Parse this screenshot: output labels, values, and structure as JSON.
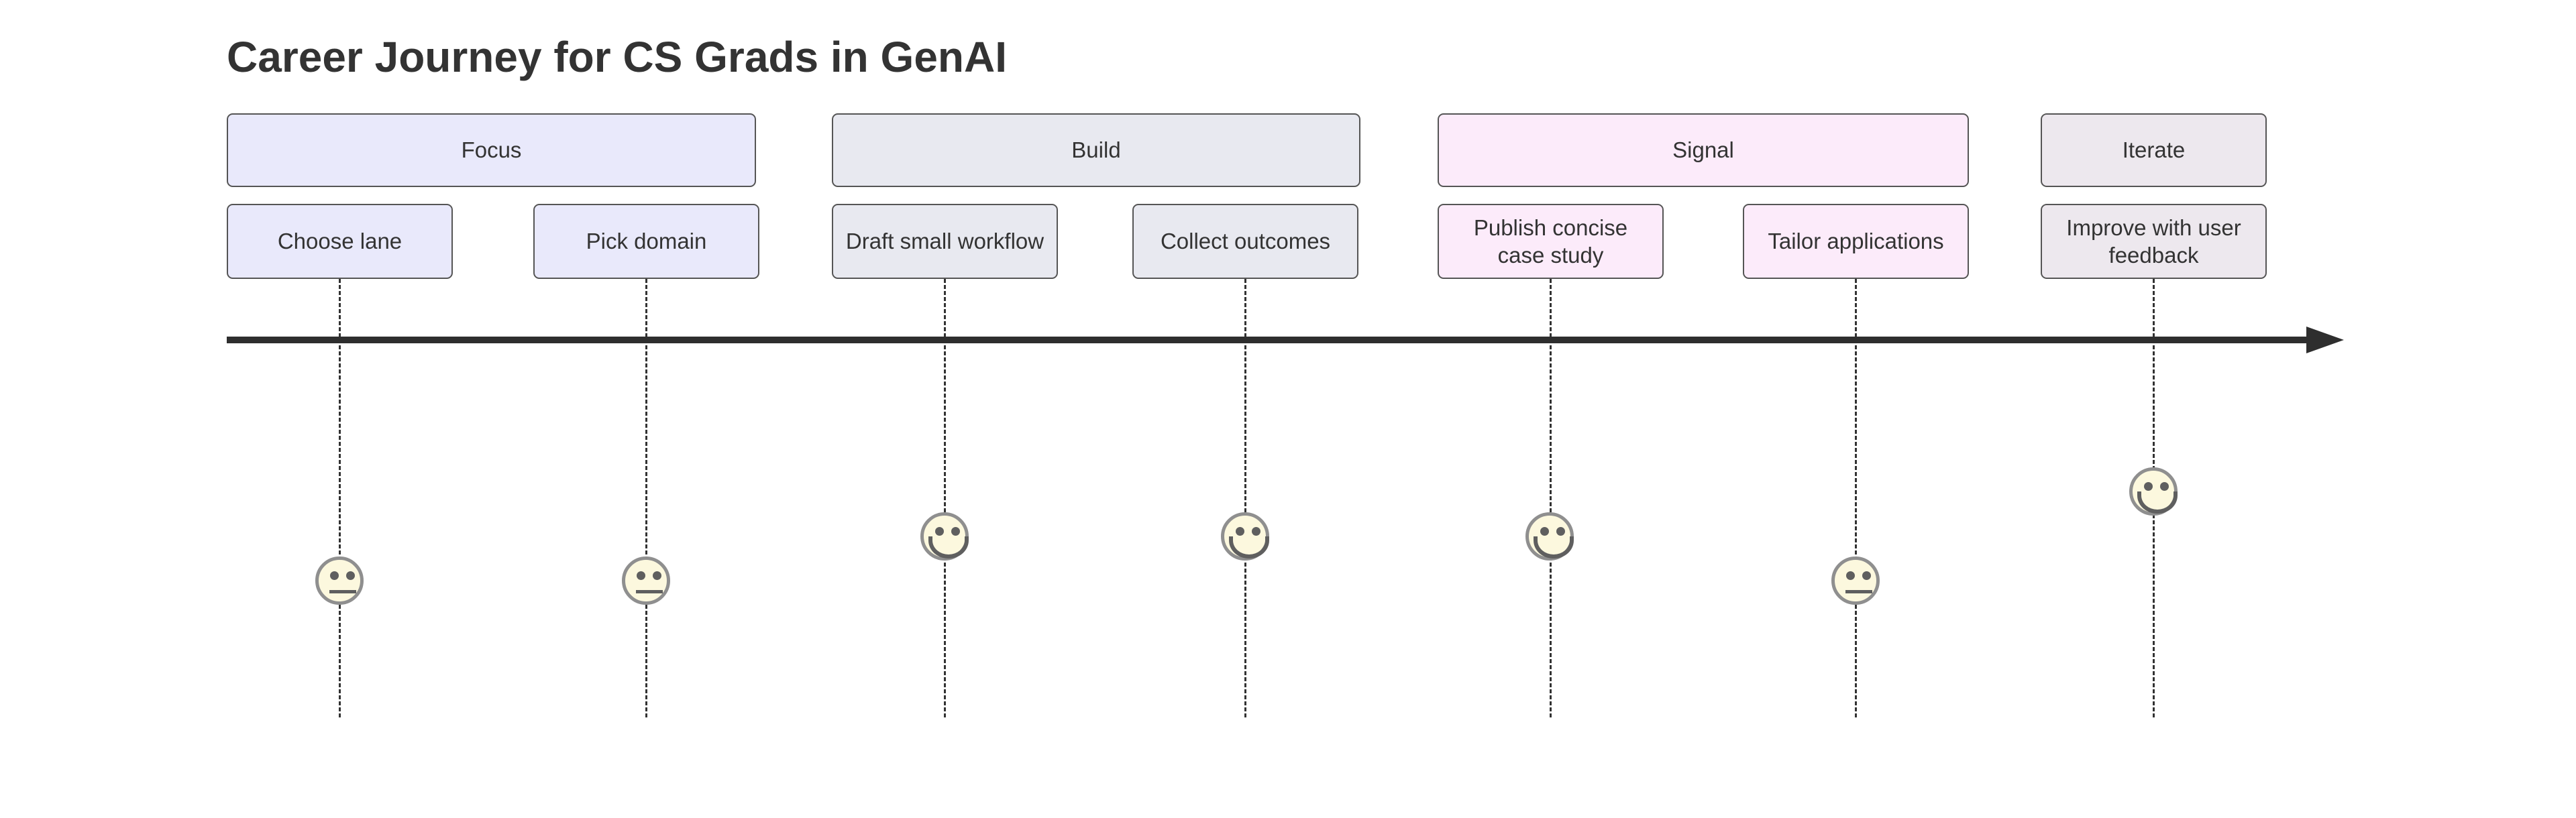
{
  "title": "Career Journey for CS Grads in GenAI",
  "diagram_type": "user-journey",
  "sections": [
    {
      "label": "Focus",
      "color": "#E9E9FB"
    },
    {
      "label": "Build",
      "color": "#E8E9F0"
    },
    {
      "label": "Signal",
      "color": "#FCEBFA"
    },
    {
      "label": "Iterate",
      "color": "#EDE8EE"
    }
  ],
  "tasks": [
    {
      "label": "Choose lane",
      "section": "Focus",
      "score": 3,
      "face": "neutral"
    },
    {
      "label": "Pick domain",
      "section": "Focus",
      "score": 3,
      "face": "neutral"
    },
    {
      "label": "Draft small workflow",
      "section": "Build",
      "score": 4,
      "face": "smiley"
    },
    {
      "label": "Collect outcomes",
      "section": "Build",
      "score": 4,
      "face": "smiley"
    },
    {
      "label": "Publish concise case study",
      "section": "Signal",
      "score": 4,
      "face": "smiley"
    },
    {
      "label": "Tailor applications",
      "section": "Signal",
      "score": 3,
      "face": "neutral"
    },
    {
      "label": "Improve with user feedback",
      "section": "Iterate",
      "score": 5,
      "face": "smiley"
    }
  ],
  "theme": {
    "background": "#ffffff",
    "title_color": "#333333",
    "text_color": "#333333",
    "box_border_color": "#555555",
    "timeline_color": "#2e2e2e",
    "connector_color": "#333333",
    "face_fill": "#FCF8DE",
    "face_border": "#8f8f8f",
    "face_feature_color": "#5f5f5f"
  }
}
